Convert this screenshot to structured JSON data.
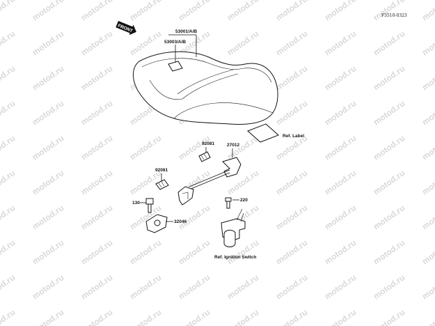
{
  "figure_code": "F3510-0323",
  "front_badge": "FRONT",
  "watermark": "motod.ru",
  "callouts": {
    "seat": "53001/A/B",
    "seat_cover": "53003/A/B",
    "ref_label": "Ref. Label",
    "spring_upper": "92081",
    "bracket": "27012",
    "spring_lower": "92081",
    "bolt_130": "130",
    "lock_32046": "32046",
    "screw_220": "220",
    "ref_ignition": "Ref. Ignition Switch"
  }
}
